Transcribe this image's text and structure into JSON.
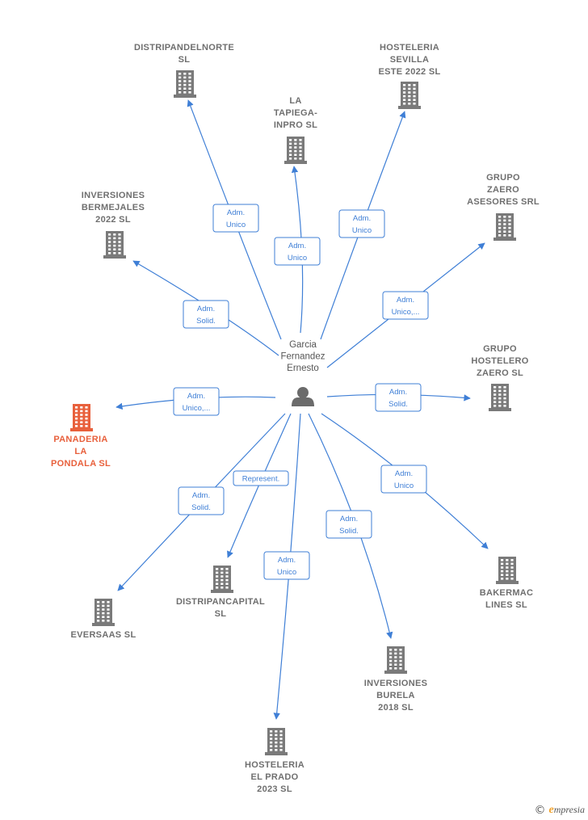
{
  "colors": {
    "edge": "#3f7fd6",
    "building": "#7a7a7a",
    "building_highlight": "#e8603c",
    "person": "#6b6b6b"
  },
  "center": {
    "name_lines": [
      "Garcia",
      "Fernandez",
      "Ernesto"
    ],
    "icon": "person-icon"
  },
  "nodes": [
    {
      "id": "distripandelnorte",
      "lines": [
        "DISTRIPANDELNORTE",
        "SL"
      ],
      "relation": [
        "Adm.",
        "Unico"
      ],
      "highlight": false
    },
    {
      "id": "hosteleria-sevilla",
      "lines": [
        "HOSTELERIA",
        "SEVILLA",
        "ESTE 2022  SL"
      ],
      "relation": [
        "Adm.",
        "Unico"
      ],
      "highlight": false
    },
    {
      "id": "la-tapiega",
      "lines": [
        "LA",
        "TAPIEGA-",
        "INPRO SL"
      ],
      "relation": [
        "Adm.",
        "Unico"
      ],
      "highlight": false
    },
    {
      "id": "grupo-zaero-asesores",
      "lines": [
        "GRUPO",
        "ZAERO",
        "ASESORES SRL"
      ],
      "relation": [
        "Adm.",
        "Unico,..."
      ],
      "highlight": false
    },
    {
      "id": "inversiones-bermejales",
      "lines": [
        "INVERSIONES",
        "BERMEJALES",
        "2022  SL"
      ],
      "relation": [
        "Adm.",
        "Solid."
      ],
      "highlight": false
    },
    {
      "id": "grupo-hostelero-zaero",
      "lines": [
        "GRUPO",
        "HOSTELERO",
        "ZAERO  SL"
      ],
      "relation": [
        "Adm.",
        "Solid."
      ],
      "highlight": false
    },
    {
      "id": "panaderia-la-pondala",
      "lines": [
        "PANADERIA",
        "LA",
        "PONDALA  SL"
      ],
      "relation": [
        "Adm.",
        "Unico,..."
      ],
      "highlight": true
    },
    {
      "id": "bakermac-lines",
      "lines": [
        "BAKERMAC",
        "LINES  SL"
      ],
      "relation": [
        "Adm.",
        "Unico"
      ],
      "highlight": false
    },
    {
      "id": "eversaas",
      "lines": [
        "EVERSAAS  SL"
      ],
      "relation": [
        "Adm.",
        "Solid."
      ],
      "highlight": false
    },
    {
      "id": "distripancapital",
      "lines": [
        "DISTRIPANCAPITAL",
        "SL"
      ],
      "relation": [
        "Represent."
      ],
      "highlight": false
    },
    {
      "id": "inversiones-burela",
      "lines": [
        "INVERSIONES",
        "BURELA",
        "2018  SL"
      ],
      "relation": [
        "Adm.",
        "Solid."
      ],
      "highlight": false
    },
    {
      "id": "hosteleria-el-prado",
      "lines": [
        "HOSTELERIA",
        "EL PRADO",
        "2023  SL"
      ],
      "relation": [
        "Adm.",
        "Unico"
      ],
      "highlight": false
    }
  ],
  "footer": {
    "copyright": "©",
    "brand_initial": "e",
    "brand_rest": "mpresia"
  }
}
